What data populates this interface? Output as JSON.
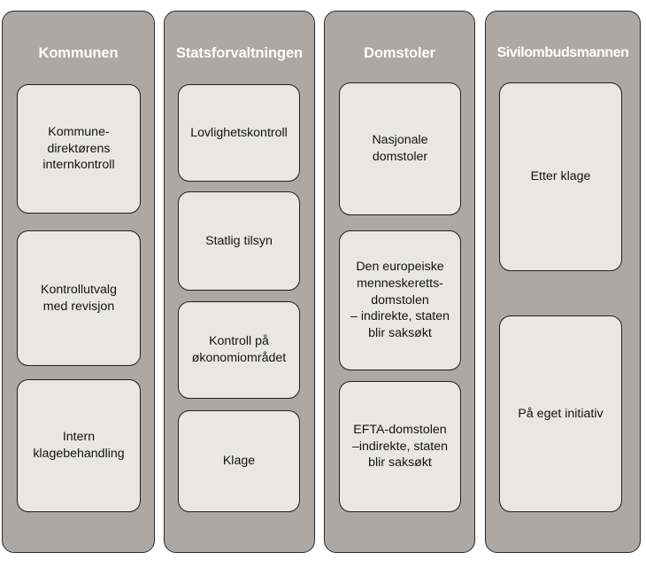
{
  "diagram": {
    "type": "grouped-boxes",
    "columns": [
      {
        "title": "Kommunen",
        "nodes": [
          {
            "label": "Kommune-\ndirektørens\ninternkontroll"
          },
          {
            "label": "Kontrollutvalg\nmed revisjon"
          },
          {
            "label": "Intern\nklagebehandling"
          }
        ]
      },
      {
        "title": "Statsforvaltningen",
        "nodes": [
          {
            "label": "Lovlighetskontroll"
          },
          {
            "label": "Statlig tilsyn"
          },
          {
            "label": "Kontroll på\nøkonomiområdet"
          },
          {
            "label": "Klage"
          }
        ]
      },
      {
        "title": "Domstoler",
        "nodes": [
          {
            "label": "Nasjonale\ndomstoler"
          },
          {
            "label": "Den europeiske\nmenneskeretts-\ndomstolen\n– indirekte, staten\nblir saksøkt"
          },
          {
            "label": "EFTA-domstolen\n–indirekte, staten\nblir saksøkt"
          }
        ]
      },
      {
        "title": "Sivilombudsmannen",
        "nodes": [
          {
            "label": "Etter klage"
          },
          {
            "label": "På eget initiativ"
          }
        ]
      }
    ]
  },
  "colors": {
    "panel_fill": "#aca8a5",
    "panel_stroke": "#2b2b2b",
    "node_fill": "#e8e7e1",
    "node_stroke": "#1f1f1f",
    "title_text": "#ffffff",
    "node_text": "#131313",
    "background": "#ffffff"
  }
}
